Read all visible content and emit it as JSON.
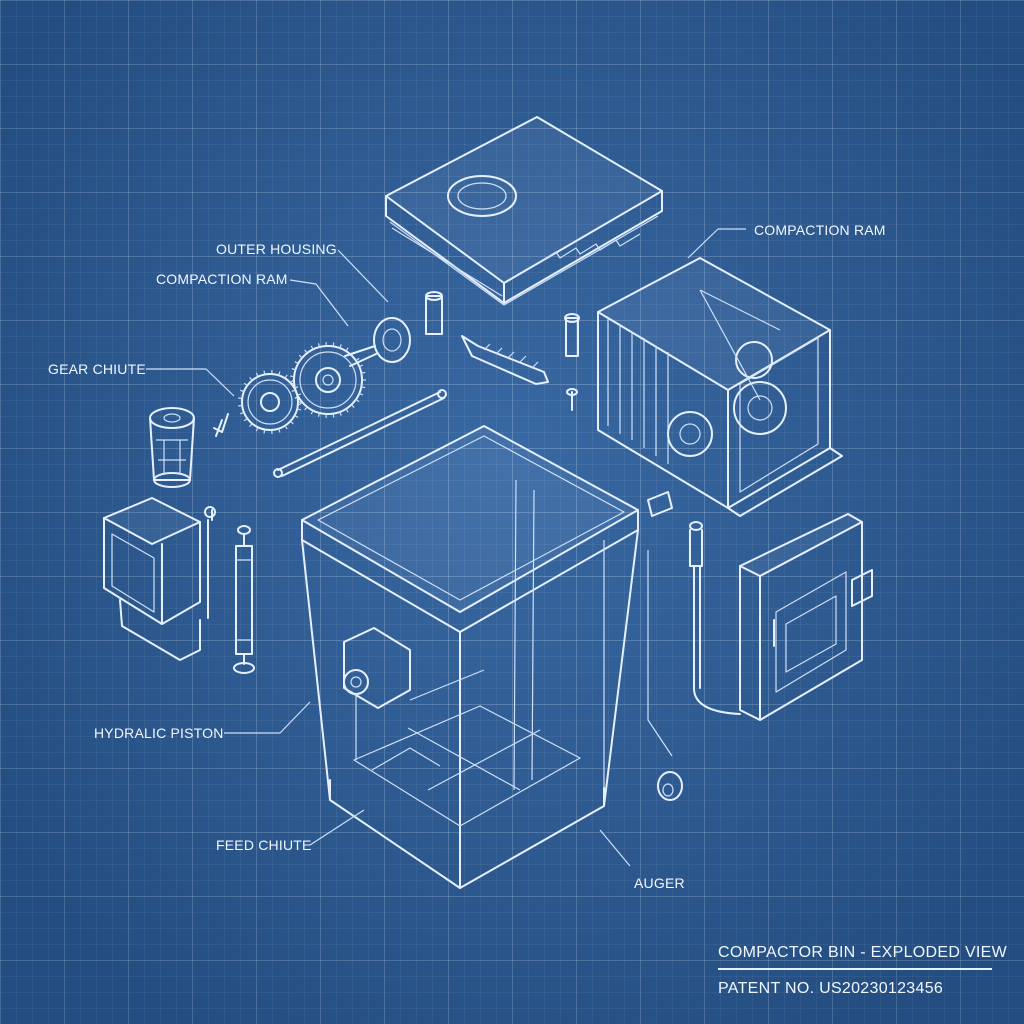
{
  "labels": {
    "outer_housing": "OUTER HOUSING",
    "compaction_ram_left": "COMPACTION RAM",
    "compaction_ram_right": "COMPACTION RAM",
    "gear_chiute": "GEAR CHIUTE",
    "hydralic_piston": "HYDRALIC PISTON",
    "feed_chiute": "FEED CHIUTE",
    "auger": "AUGER"
  },
  "title_block": {
    "title": "COMPACTOR BIN - EXPLODED VIEW",
    "patent": "PATENT NO. US20230123456"
  },
  "colors": {
    "background": "#2c5f9d",
    "line": "#e6f0ff"
  }
}
